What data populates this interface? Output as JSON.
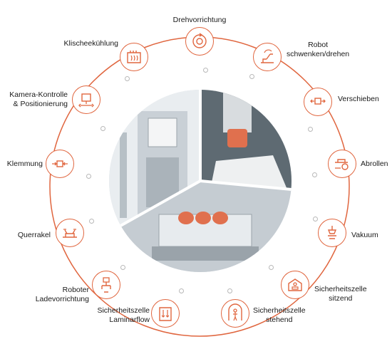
{
  "colors": {
    "accent": "#e0663f",
    "dot": "#b8b8b8",
    "text": "#1a1a1a"
  },
  "features": [
    {
      "label": "Drehvorrichtung",
      "icon": "rotation-icon"
    },
    {
      "label": "Robot\nschwenken/drehen",
      "icon": "robot-swivel-icon"
    },
    {
      "label": "Verschieben",
      "icon": "shift-icon"
    },
    {
      "label": "Abrollen",
      "icon": "roll-off-icon"
    },
    {
      "label": "Vakuum",
      "icon": "vacuum-icon"
    },
    {
      "label": "Sicherheitszelle\nsitzend",
      "icon": "safety-cell-seated-icon"
    },
    {
      "label": "Sicherheitszelle\nstehend",
      "icon": "safety-cell-standing-icon"
    },
    {
      "label": "Sicherheitszelle\nLaminarflow",
      "icon": "laminar-flow-icon"
    },
    {
      "label": "Roboter\nLadevorrichtung",
      "icon": "robot-loader-icon"
    },
    {
      "label": "Querrakel",
      "icon": "cross-doctor-blade-icon"
    },
    {
      "label": "Klemmung",
      "icon": "clamping-icon"
    },
    {
      "label": "Kamera-Kontrolle\n& Positionierung",
      "icon": "camera-positioning-icon"
    },
    {
      "label": "Klischeekühlung",
      "icon": "cliche-cooling-icon"
    }
  ]
}
